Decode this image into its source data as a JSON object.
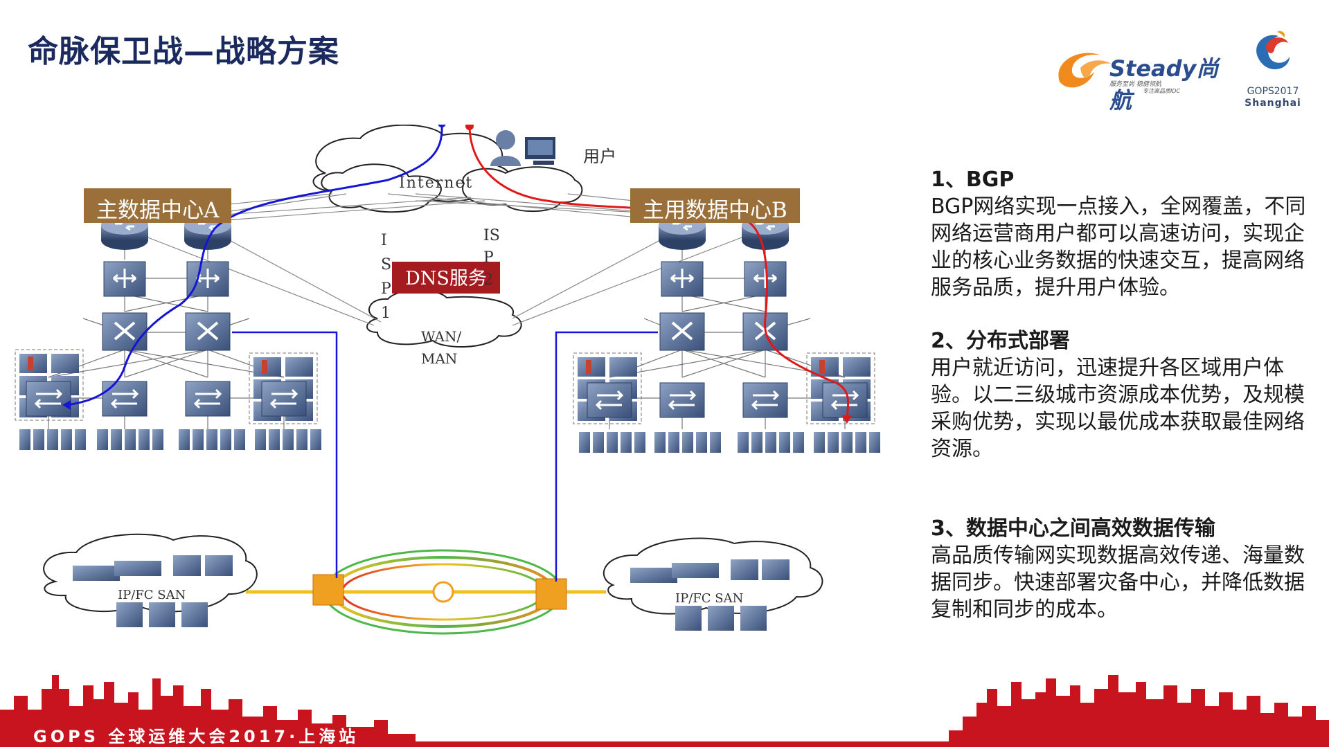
{
  "slide": {
    "title": "命脉保卫战—战略方案"
  },
  "logos": {
    "steady_name": "Steady尚航",
    "steady_tagline1": "服务至尚 稳健领航",
    "steady_tagline2": "专注高品质IDC",
    "gops_name": "GOPS2017",
    "gops_city": "Shanghai"
  },
  "diagram": {
    "dc_a_label": "主数据中心A",
    "dc_b_label": "主用数据中心B",
    "dns_label": "DNS服务",
    "user_label": "用户",
    "internet_label": "Internet",
    "isp1_label": "ISP1",
    "isp2_label": "ISP2",
    "wan_label": "WAN/MAN",
    "san_a_label": "IP/FC SAN",
    "san_b_label": "IP/FC SAN",
    "colors": {
      "blue_path": "#1515d8",
      "red_path": "#e01818",
      "dc_label_bg": "#9a6f3a",
      "dns_bg": "#a41c1f"
    }
  },
  "points": [
    {
      "title": "1、BGP",
      "body": "BGP网络实现一点接入，全网覆盖，不同网络运营商用户都可以高速访问，实现企业的核心业务数据的快速交互，提高网络服务品质，提升用户体验。"
    },
    {
      "title": "2、分布式部署",
      "body": "用户就近访问，迅速提升各区域用户体验。以二三级城市资源成本优势，及规模采购优势，实现以最优成本获取最佳网络资源。"
    },
    {
      "title": "3、数据中心之间高效数据传输",
      "body": "高品质传输网实现数据高效传递、海量数据同步。快速部署灾备中心，并降低数据复制和同步的成本。"
    }
  ],
  "footer": {
    "text": "GOPS 全球运维大会2017·上海站",
    "color": "#c8141e"
  }
}
